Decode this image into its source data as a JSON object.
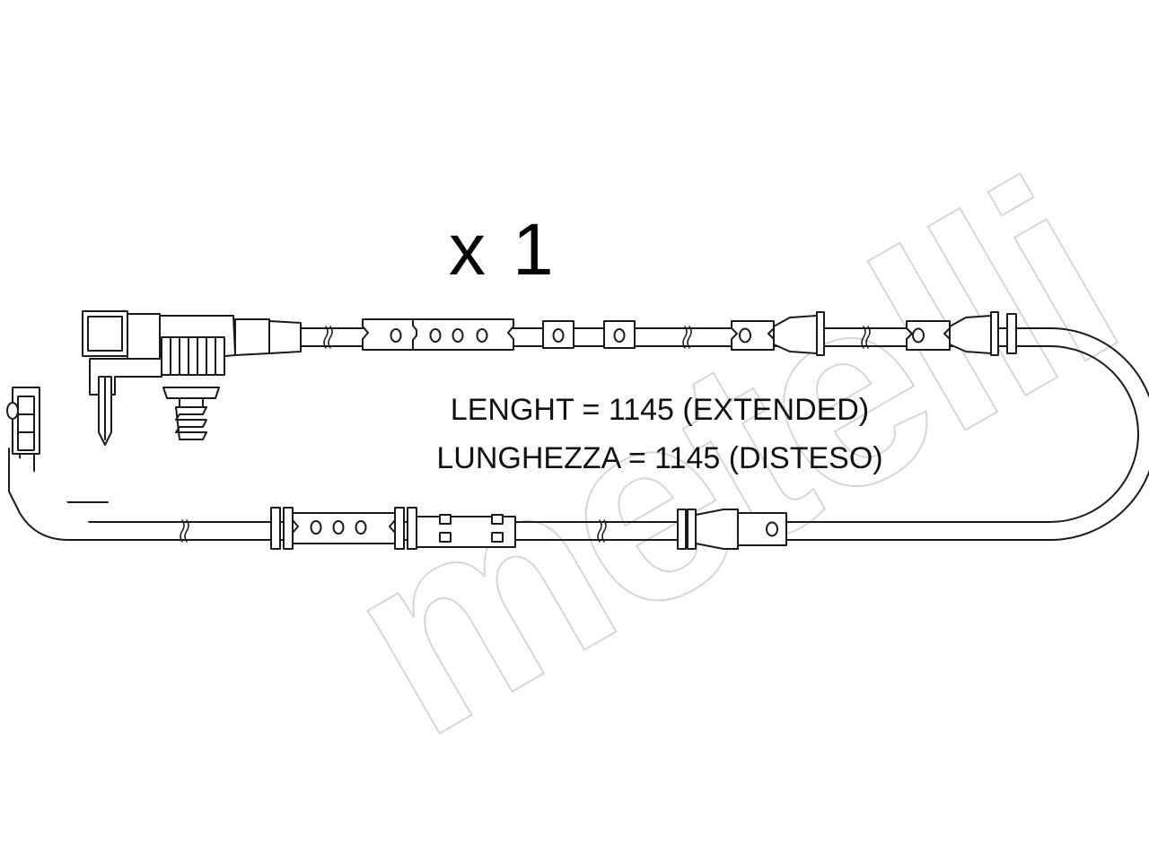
{
  "quantity": {
    "prefix": "x",
    "count": "1"
  },
  "length_lines": {
    "english": "LENGHT = 1145 (EXTENDED)",
    "italian": "LUNGHEZZA = 1145 (DISTESO)"
  },
  "watermark": {
    "text": "metelli"
  },
  "colors": {
    "stroke": "#1a1a1a",
    "watermark": "#d8d8d8",
    "background": "#ffffff"
  }
}
